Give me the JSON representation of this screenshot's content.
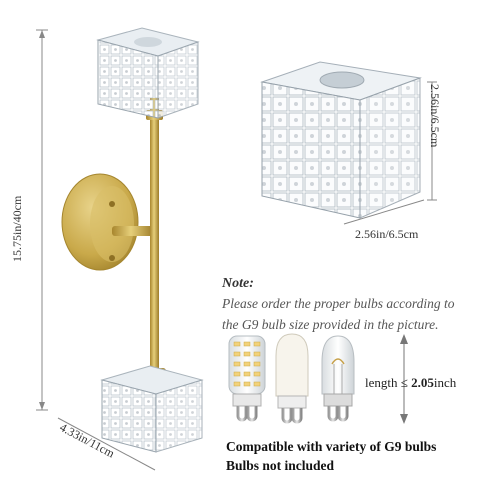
{
  "dimensions": {
    "height": "15.75in/40cm",
    "depth": "4.33in/11cm",
    "cube_height": "2.56in/6.5cm",
    "cube_width": "2.56in/6.5cm"
  },
  "note": {
    "title": "Note:",
    "line1": "Please order the proper bulbs according to",
    "line2": "the G9 bulb size provided in the picture."
  },
  "bulb_length": {
    "prefix": "length ≤ ",
    "value": "2.05",
    "unit": "inch"
  },
  "footer": {
    "compatible": "Compatible with variety of G9 bulbs",
    "not_included": "Bulbs not included"
  },
  "colors": {
    "gold": "#c9a94a",
    "gold_dark": "#a8862e",
    "crystal": "#e8eef2",
    "dim_line": "#777777"
  }
}
